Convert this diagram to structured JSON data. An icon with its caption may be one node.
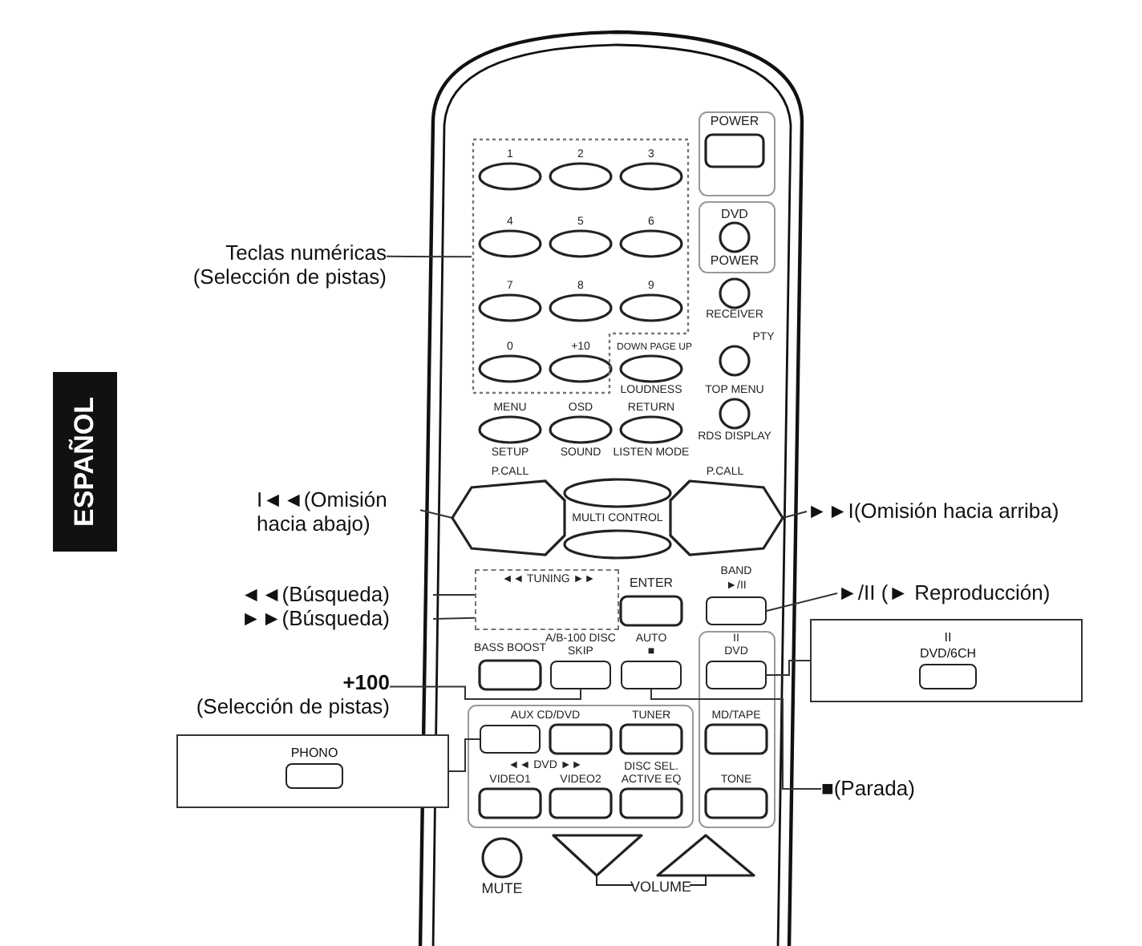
{
  "diagram": {
    "nodes": [
      {
        "text": [
          "Teclas numéricas (Selección de pistas)"
        ]
      },
      {
        "text": [],
        "shape": "box"
      },
      {
        "text": [
          "I◄◄(Omisión hacia abajo)"
        ]
      },
      {
        "text": [],
        "shape": "hexagon",
        "beside": [
          "P.CALL"
        ]
      },
      {
        "text": [
          "►►I(Omisión hacia arriba)"
        ]
      },
      {
        "text": [],
        "shape": "hexagon",
        "beside": [
          "P.CALL"
        ]
      },
      {
        "text": [
          "◄◄(Búsqueda)"
        ]
      },
      {
        "text": [
          "►►(Búsqueda)"
        ]
      },
      {
        "text": [
          "◄◄ TUNING ►►"
        ]
      },
      {
        "text": [
          "►/II (► Reproducción)"
        ]
      },
      {
        "text": [],
        "shape": "box",
        "beside": [
          "BAND",
          "►/II"
        ]
      },
      {
        "text": [
          "+100",
          "(Selección de pistas)"
        ]
      },
      {
        "text": [],
        "shape": "box",
        "beside": [
          "A/B-100 DISC SKIP"
        ]
      },
      {
        "text": [
          "PHONO"
        ]
      },
      {
        "text": [],
        "shape": "box",
        "beside": [
          "AUX CD/DVD"
        ]
      },
      {
        "text": [
          "II",
          "DVD/6CH"
        ]
      },
      {
        "text": [],
        "shape": "box",
        "beside": [
          "II",
          "DVD"
        ]
      },
      {
        "text": [
          "■(Parada)"
        ]
      },
      {
        "text": [],
        "shape": "box",
        "beside": [
          "AUTO",
          "■"
        ]
      }
    ],
    "edges": [
      {
        "from": 0,
        "to": 1,
        "arrow": "none"
      },
      {
        "from": 2,
        "to": 3,
        "arrow": "none"
      },
      {
        "from": 4,
        "to": 5,
        "arrow": "none"
      },
      {
        "from": 6,
        "to": 8,
        "arrow": "none"
      },
      {
        "from": 7,
        "to": 8,
        "arrow": "none"
      },
      {
        "from": 9,
        "to": 10,
        "arrow": "none"
      },
      {
        "from": 11,
        "to": 12,
        "arrow": "none"
      },
      {
        "from": 14,
        "to": 13,
        "arrow": "none"
      },
      {
        "from": 16,
        "to": 15,
        "arrow": "none"
      },
      {
        "from": 17,
        "to": 18,
        "arrow": "none"
      }
    ],
    "labels": [
      "ESPAÑOL",
      "POWER",
      "1",
      "2",
      "3",
      "4",
      "5",
      "6",
      "7",
      "8",
      "9",
      "0",
      "+10",
      "DVD",
      "POWER",
      "RECEIVER",
      "PTY",
      "DOWN PAGE UP",
      "LOUDNESS",
      "TOP MENU",
      "MENU",
      "SETUP",
      "OSD",
      "SOUND",
      "RETURN",
      "LISTEN MODE",
      "RDS DISPLAY",
      "MULTI CONTROL",
      "ENTER",
      "BASS BOOST",
      "TUNER",
      "MD/TAPE",
      "◄◄ DVD ►►",
      "VIDEO1",
      "VIDEO2",
      "DISC SEL. ACTIVE EQ",
      "TONE",
      "MUTE",
      "VOLUME"
    ]
  }
}
